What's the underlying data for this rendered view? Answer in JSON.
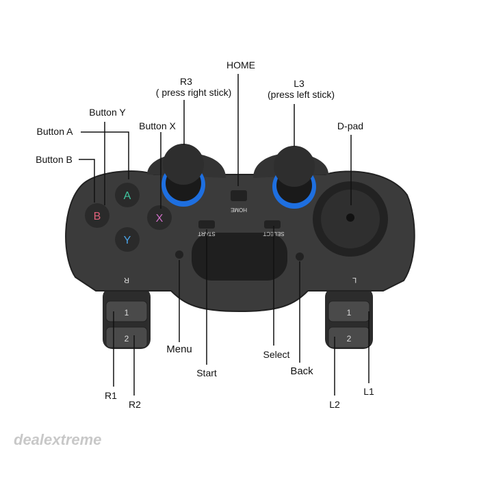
{
  "labels": {
    "home": "HOME",
    "r3_title": "R3",
    "r3_sub": "( press right stick)",
    "l3_title": "L3",
    "l3_sub": "(press left stick)",
    "button_y": "Button Y",
    "button_a": "Button A",
    "button_x": "Button X",
    "button_b": "Button B",
    "dpad": "D-pad",
    "menu": "Menu",
    "start": "Start",
    "select": "Select",
    "back": "Back",
    "r1": "R1",
    "r2": "R2",
    "l1": "L1",
    "l2": "L2"
  },
  "controller_text": {
    "home": "HOME",
    "start": "START",
    "select": "SELECT",
    "r": "R",
    "l": "L",
    "one": "1",
    "two": "2",
    "face_b": "B",
    "face_a": "A",
    "face_x": "X",
    "face_y": "Y"
  },
  "watermark": "dealextreme",
  "colors": {
    "body": "#3b3b3b",
    "stick_ring": "#1e6fe0",
    "face_b": "#e0607a",
    "face_a": "#3fc7a0",
    "face_x": "#d070c8",
    "face_y": "#4aa3e8"
  }
}
